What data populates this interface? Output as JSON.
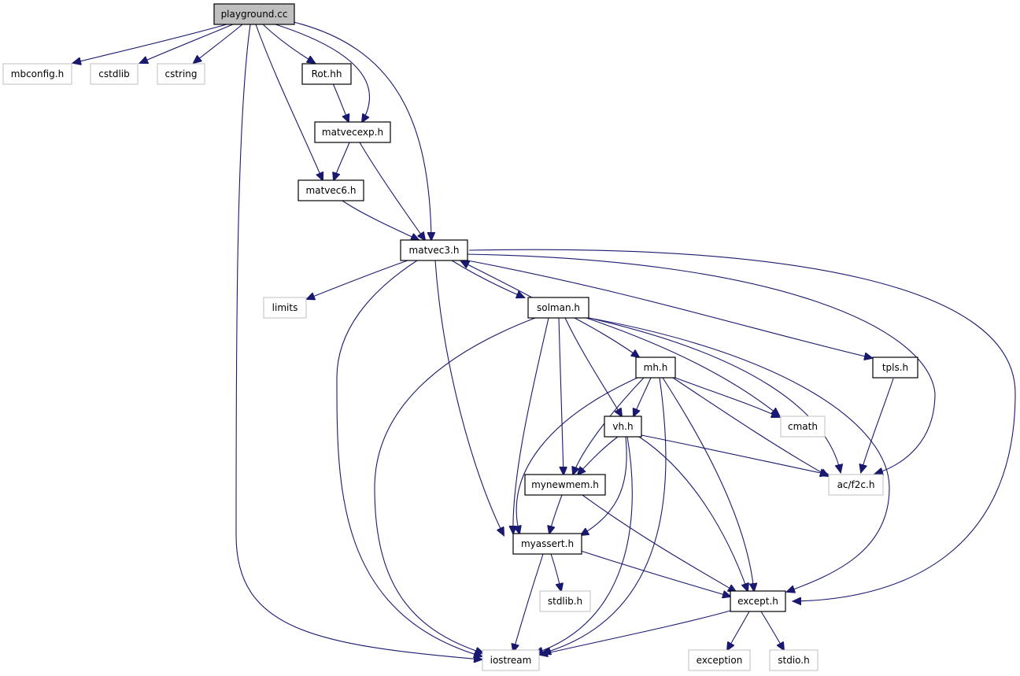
{
  "nodes": {
    "playground_cc": "playground.cc",
    "mbconfig_h": "mbconfig.h",
    "cstdlib": "cstdlib",
    "cstring": "cstring",
    "rot_hh": "Rot.hh",
    "matvecexp_h": "matvecexp.h",
    "matvec6_h": "matvec6.h",
    "matvec3_h": "matvec3.h",
    "limits": "limits",
    "solman_h": "solman.h",
    "tpls_h": "tpls.h",
    "mh_h": "mh.h",
    "cmath": "cmath",
    "vh_h": "vh.h",
    "ac_f2c_h": "ac/f2c.h",
    "mynewmem_h": "mynewmem.h",
    "myassert_h": "myassert.h",
    "stdlib_h": "stdlib.h",
    "except_h": "except.h",
    "iostream": "iostream",
    "exception": "exception",
    "stdio_h": "stdio.h"
  },
  "colors": {
    "edge": "#191970",
    "root_fill": "#bfbfbf",
    "system_border": "#bfbfbf",
    "node_border": "#000000"
  }
}
